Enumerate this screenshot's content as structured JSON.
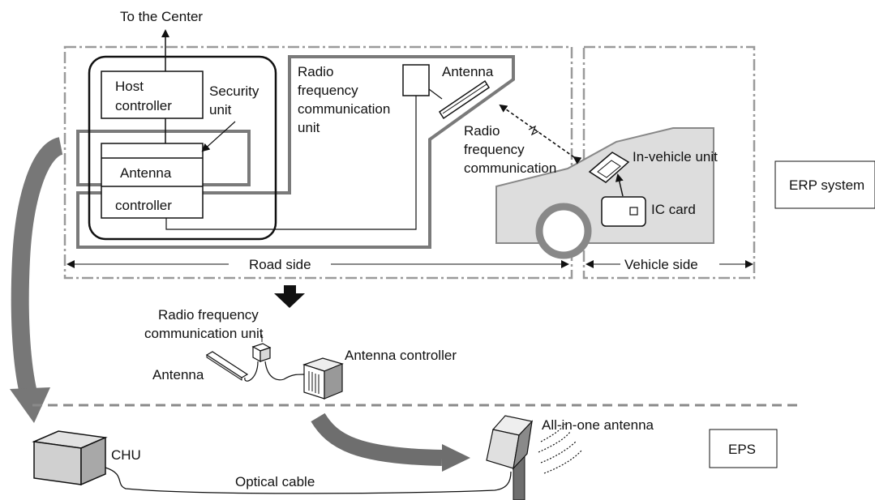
{
  "top": {
    "to_center": "To the Center"
  },
  "erp": {
    "host_controller_line1": "Host",
    "host_controller_line2": "controller",
    "security_unit_line1": "Security",
    "security_unit_line2": "unit",
    "antenna": "Antenna",
    "controller": "controller",
    "rf_unit_line1": "Radio",
    "rf_unit_line2": "frequency",
    "rf_unit_line3": "communication",
    "rf_unit_line4": "unit",
    "antenna_top": "Antenna",
    "rf_comm_line1": "Radio",
    "rf_comm_line2": "frequency",
    "rf_comm_line3": "communication",
    "in_vehicle_unit": "In-vehicle unit",
    "ic_card": "IC card",
    "road_side": "Road side",
    "vehicle_side": "Vehicle side",
    "system_label": "ERP system"
  },
  "middle": {
    "rf_unit_line1": "Radio frequency",
    "rf_unit_line2": "communication unit",
    "antenna_controller": "Antenna controller",
    "antenna": "Antenna"
  },
  "eps": {
    "chu": "CHU",
    "optical_cable": "Optical cable",
    "all_in_one_antenna": "All-in-one antenna",
    "system_label": "EPS"
  },
  "colors": {
    "frame_gray": "#7a7a7a",
    "vehicle_fill": "#dddddd",
    "box_fill": "#c8c8c8",
    "arrow_gray": "#6e6e6e",
    "dark": "#333333"
  }
}
